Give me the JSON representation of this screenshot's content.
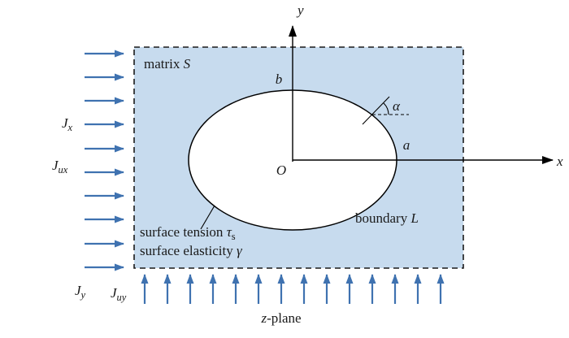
{
  "figure": {
    "description": "Elliptical inclusion with surface effects in an infinite matrix under remote flux, z-plane",
    "colors": {
      "matrix_fill": "#c7dbee",
      "flux_arrow": "#3f72b0",
      "line": "#000000"
    },
    "labels": {
      "matrix": {
        "prefix": "matrix ",
        "symbol": "S"
      },
      "boundary": {
        "prefix": "boundary ",
        "symbol": "L"
      },
      "surface_tension": {
        "prefix": "surface tension ",
        "symbol": "τ",
        "sub": "s"
      },
      "surface_elasticity": {
        "prefix": "surface elasticity ",
        "symbol": "γ"
      },
      "axis_x": "x",
      "axis_y": "y",
      "origin": "O",
      "semi_major": "a",
      "semi_minor": "b",
      "angle": "α",
      "flux_jx": {
        "symbol": "J",
        "sub": "x"
      },
      "flux_jux": {
        "symbol": "J",
        "sub": "ux"
      },
      "flux_jy": {
        "symbol": "J",
        "sub": "y"
      },
      "flux_juy": {
        "symbol": "J",
        "sub": "uy"
      },
      "plane": {
        "symbol": "z",
        "suffix": "-plane"
      }
    }
  }
}
